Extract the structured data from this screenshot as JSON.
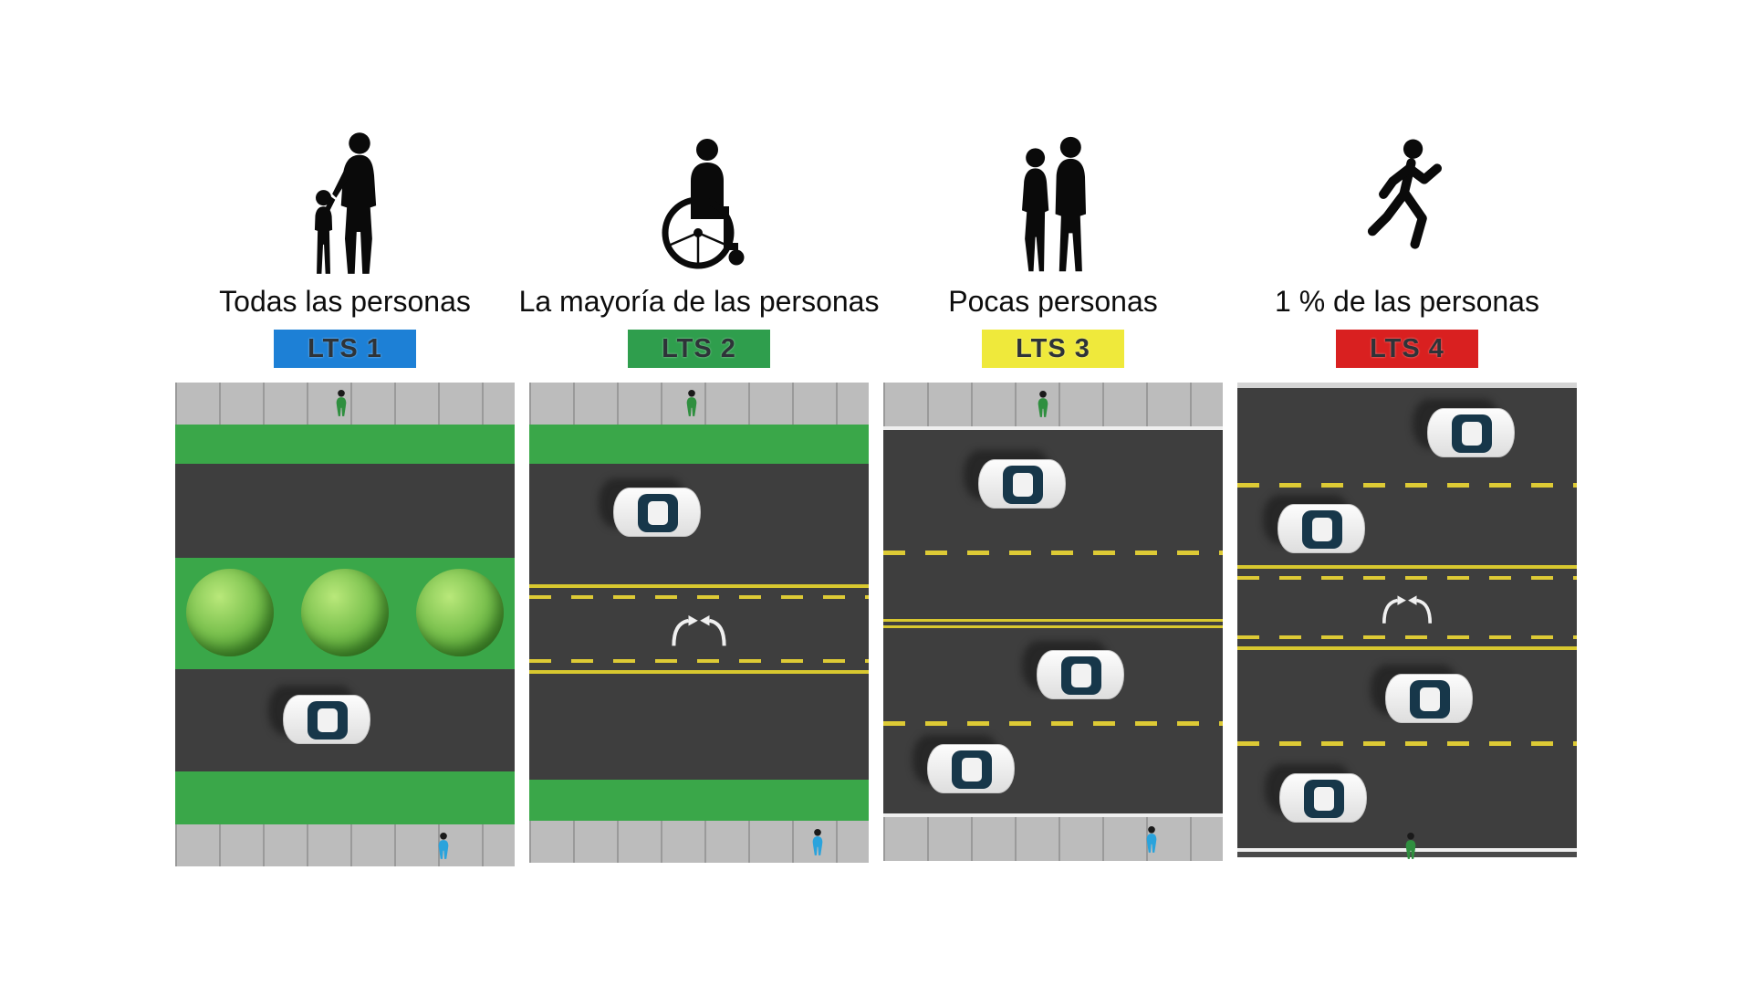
{
  "columns": [
    {
      "icon": "mother-and-child-silhouette-icon",
      "caption": "Todas las personas",
      "badge": "LTS 1",
      "badge_color": "#1d80d6",
      "badge_text_color": "#2e3338"
    },
    {
      "icon": "wheelchair-user-silhouette-icon",
      "caption": "La mayoría de las personas",
      "badge": "LTS 2",
      "badge_color": "#2f9e4d",
      "badge_text_color": "#2e3338"
    },
    {
      "icon": "couple-walking-silhouette-icon",
      "caption": "Pocas personas",
      "badge": "LTS 3",
      "badge_color": "#efe93b",
      "badge_text_color": "#2e3338"
    },
    {
      "icon": "runner-silhouette-icon",
      "caption": "1 % de las personas",
      "badge": "LTS 4",
      "badge_color": "#d92020",
      "badge_text_color": "#2e3338"
    }
  ],
  "street_icons": {
    "cyclist_green": "cyclist-icon",
    "pedestrian_blue": "pedestrian-icon"
  },
  "palette": {
    "road": "#3e3e3e",
    "sidewalk": "#bcbcbc",
    "grass": "#3aa749",
    "lane_marking_yellow": "#ddca35",
    "lane_marking_white": "#efefef"
  }
}
